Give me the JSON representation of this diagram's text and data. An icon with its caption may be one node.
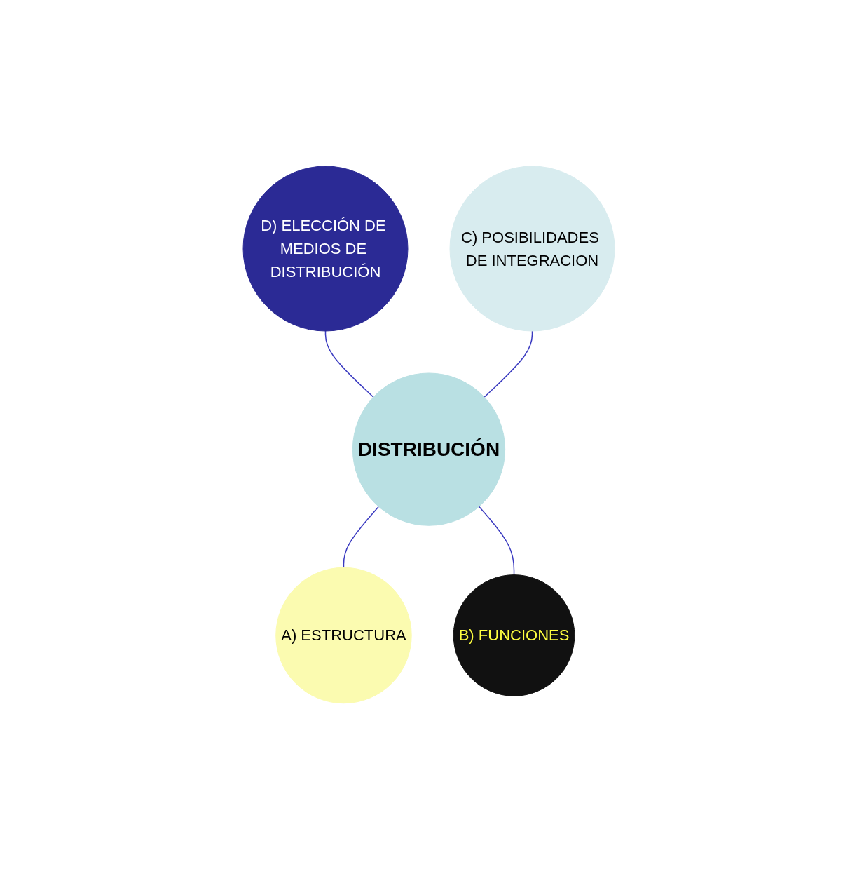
{
  "diagram": {
    "nodes": [
      {
        "text": [
          "D) ELECCIÓN DE MEDIOS DE DISTRIBUCIÓN"
        ]
      },
      {
        "text": [
          "C) POSIBILIDADES DE INTEGRACION"
        ]
      },
      {
        "text": [
          "DISTRIBUCIÓN"
        ]
      },
      {
        "text": [
          "A) ESTRUCTURA"
        ]
      },
      {
        "text": [
          "B) FUNCIONES"
        ]
      }
    ],
    "edges": [
      {
        "from": 0,
        "to": 2,
        "arrow": "none"
      },
      {
        "from": 1,
        "to": 2,
        "arrow": "none"
      },
      {
        "from": 2,
        "to": 3,
        "arrow": "none"
      },
      {
        "from": 2,
        "to": 4,
        "arrow": "none"
      }
    ]
  }
}
